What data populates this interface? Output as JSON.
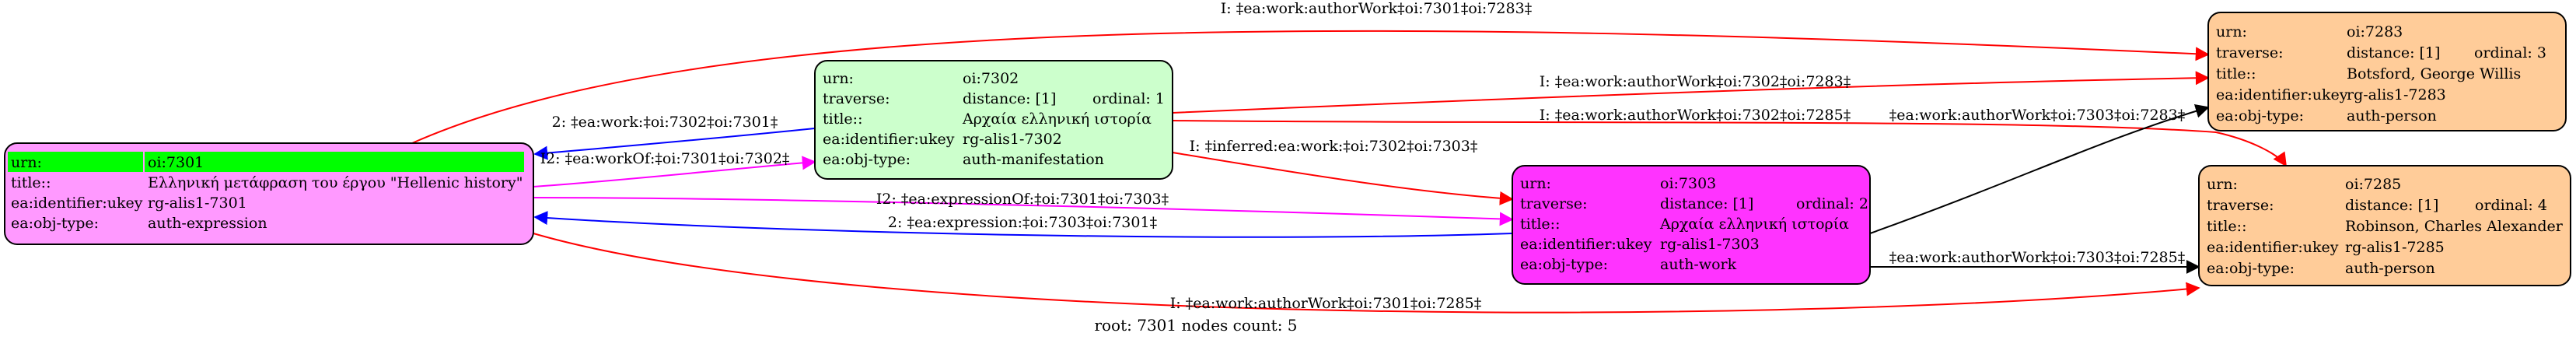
{
  "colors": {
    "node_7301": "#ff99ff",
    "node_7302": "#ccffcc",
    "node_7303": "#ff33ff",
    "node_7283": "#ffcc99",
    "node_7285": "#ffcc99",
    "highlight": "#00ff00",
    "edge_red": "#ff0000",
    "edge_blue": "#0000ff",
    "edge_magenta": "#ff00ff",
    "edge_black": "#000000"
  },
  "nodes": [
    {
      "id": "n7301",
      "rows": [
        {
          "k": "urn:",
          "v": "oi:7301",
          "highlight": true
        },
        {
          "k": "title::",
          "v": "Ελληνική μετάφραση του έργου \"Hellenic history\""
        },
        {
          "k": "ea:identifier:ukey",
          "v": "rg-alis1-7301"
        },
        {
          "k": "ea:obj-type:",
          "v": "auth-expression"
        }
      ]
    },
    {
      "id": "n7302",
      "rows": [
        {
          "k": "urn:",
          "v": "oi:7302"
        },
        {
          "k": "traverse:",
          "v": "distance: [1]",
          "v2": "ordinal: 1"
        },
        {
          "k": "title::",
          "v": "Αρχαία ελληνική ιστορία"
        },
        {
          "k": "ea:identifier:ukey",
          "v": "rg-alis1-7302"
        },
        {
          "k": "ea:obj-type:",
          "v": "auth-manifestation"
        }
      ]
    },
    {
      "id": "n7303",
      "rows": [
        {
          "k": "urn:",
          "v": "oi:7303"
        },
        {
          "k": "traverse:",
          "v": "distance: [1]",
          "v2": "ordinal: 2"
        },
        {
          "k": "title::",
          "v": "Αρχαία ελληνική ιστορία"
        },
        {
          "k": "ea:identifier:ukey",
          "v": "rg-alis1-7303"
        },
        {
          "k": "ea:obj-type:",
          "v": "auth-work"
        }
      ]
    },
    {
      "id": "n7283",
      "rows": [
        {
          "k": "urn:",
          "v": "oi:7283"
        },
        {
          "k": "traverse:",
          "v": "distance: [1]",
          "v2": "ordinal: 3"
        },
        {
          "k": "title::",
          "v": "Botsford, George Willis"
        },
        {
          "k": "ea:identifier:ukey",
          "v": "rg-alis1-7283"
        },
        {
          "k": "ea:obj-type:",
          "v": "auth-person"
        }
      ]
    },
    {
      "id": "n7285",
      "rows": [
        {
          "k": "urn:",
          "v": "oi:7285"
        },
        {
          "k": "traverse:",
          "v": "distance: [1]",
          "v2": "ordinal: 4"
        },
        {
          "k": "title::",
          "v": "Robinson, Charles Alexander"
        },
        {
          "k": "ea:identifier:ukey",
          "v": "rg-alis1-7285"
        },
        {
          "k": "ea:obj-type:",
          "v": "auth-person"
        }
      ]
    }
  ],
  "edges": [
    {
      "id": "e1",
      "from": "n7301",
      "to": "n7283",
      "color": "red",
      "label": "I: ‡ea:work:authorWork‡oi:7301‡oi:7283‡"
    },
    {
      "id": "e2",
      "from": "n7302",
      "to": "n7301",
      "color": "blue",
      "label": "2: ‡ea:work:‡oi:7302‡oi:7301‡"
    },
    {
      "id": "e3",
      "from": "n7301",
      "to": "n7302",
      "color": "magenta",
      "label": "I2: ‡ea:workOf:‡oi:7301‡oi:7302‡"
    },
    {
      "id": "e4",
      "from": "n7302",
      "to": "n7283",
      "color": "red",
      "label": "I: ‡ea:work:authorWork‡oi:7302‡oi:7283‡"
    },
    {
      "id": "e5",
      "from": "n7302",
      "to": "n7285",
      "color": "red",
      "label": "I: ‡ea:work:authorWork‡oi:7302‡oi:7285‡"
    },
    {
      "id": "e6",
      "from": "n7302",
      "to": "n7303",
      "color": "red",
      "label": "I: ‡inferred:ea:work:‡oi:7302‡oi:7303‡"
    },
    {
      "id": "e7",
      "from": "n7301",
      "to": "n7303",
      "color": "magenta",
      "label": "I2: ‡ea:expressionOf:‡oi:7301‡oi:7303‡"
    },
    {
      "id": "e8",
      "from": "n7303",
      "to": "n7301",
      "color": "blue",
      "label": "2: ‡ea:expression:‡oi:7303‡oi:7301‡"
    },
    {
      "id": "e9",
      "from": "n7303",
      "to": "n7283",
      "color": "black",
      "label": "‡ea:work:authorWork‡oi:7303‡oi:7283‡"
    },
    {
      "id": "e10",
      "from": "n7303",
      "to": "n7285",
      "color": "black",
      "label": "‡ea:work:authorWork‡oi:7303‡oi:7285‡"
    },
    {
      "id": "e11",
      "from": "n7301",
      "to": "n7285",
      "color": "red",
      "label": "I: ‡ea:work:authorWork‡oi:7301‡oi:7285‡"
    }
  ],
  "footer": "root: 7301 nodes count: 5"
}
